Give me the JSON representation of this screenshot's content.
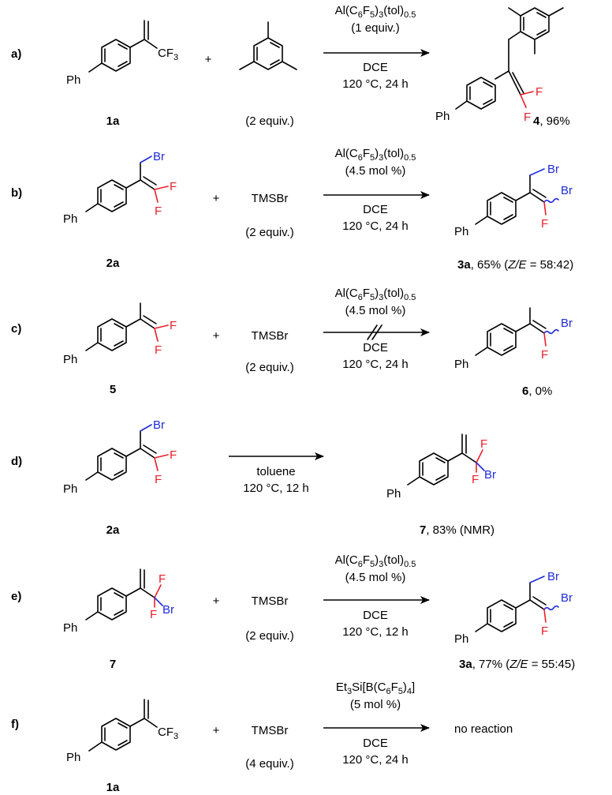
{
  "rows": [
    {
      "label": "a)",
      "substrate": {
        "name": "1a",
        "group": "CF3"
      },
      "reagent": {
        "kind": "mesitylene",
        "equiv": "(2 equiv.)"
      },
      "conditions": {
        "catalyst": "Al(C6F5)3(tol)0.5",
        "loading": "(1 equiv.)",
        "solvent": "DCE",
        "temp_time": "120 °C, 24 h"
      },
      "product": {
        "name": "4",
        "yield": ", 96%"
      }
    },
    {
      "label": "b)",
      "substrate": {
        "name": "2a"
      },
      "reagent": {
        "kind": "text",
        "name": "TMSBr",
        "equiv": "(2 equiv.)"
      },
      "conditions": {
        "catalyst": "Al(C6F5)3(tol)0.5",
        "loading": "(4.5 mol %)",
        "solvent": "DCE",
        "temp_time": "120 °C, 24 h"
      },
      "product": {
        "name": "3a",
        "yield": ", 65% (",
        "ratio_label": "Z/E",
        "ratio": " = 58:42)"
      }
    },
    {
      "label": "c)",
      "substrate": {
        "name": "5"
      },
      "reagent": {
        "kind": "text",
        "name": "TMSBr",
        "equiv": "(2 equiv.)"
      },
      "conditions": {
        "catalyst": "Al(C6F5)3(tol)0.5",
        "loading": "(4.5 mol %)",
        "solvent": "DCE",
        "temp_time": "120 °C, 24 h",
        "blocked": true
      },
      "product": {
        "name": "6",
        "yield": ", 0%"
      }
    },
    {
      "label": "d)",
      "substrate": {
        "name": "2a"
      },
      "conditions": {
        "solvent": "toluene",
        "temp_time": "120 °C, 12 h"
      },
      "product": {
        "name": "7",
        "yield": ", 83% (NMR)"
      }
    },
    {
      "label": "e)",
      "substrate": {
        "name": "7"
      },
      "reagent": {
        "kind": "text",
        "name": "TMSBr",
        "equiv": "(2 equiv.)"
      },
      "conditions": {
        "catalyst": "Al(C6F5)3(tol)0.5",
        "loading": "(4.5 mol %)",
        "solvent": "DCE",
        "temp_time": "120 °C, 12 h"
      },
      "product": {
        "name": "3a",
        "yield": ", 77% (",
        "ratio_label": "Z/E",
        "ratio": " = 55:45)"
      }
    },
    {
      "label": "f)",
      "substrate": {
        "name": "1a",
        "group": "CF3"
      },
      "reagent": {
        "kind": "text",
        "name": "TMSBr",
        "equiv": "(4 equiv.)"
      },
      "conditions": {
        "catalyst": "Et3Si[B(C6F5)4]",
        "loading": "(5 mol %)",
        "solvent": "DCE",
        "temp_time": "120 °C, 24 h"
      },
      "product": {
        "text": "no reaction"
      }
    }
  ],
  "atoms": {
    "ph": "Ph",
    "f": "F",
    "br": "Br",
    "plus": "+"
  },
  "colors": {
    "fluorine": "#e8202a",
    "bromine": "#1f2bd9",
    "default": "#000000"
  }
}
